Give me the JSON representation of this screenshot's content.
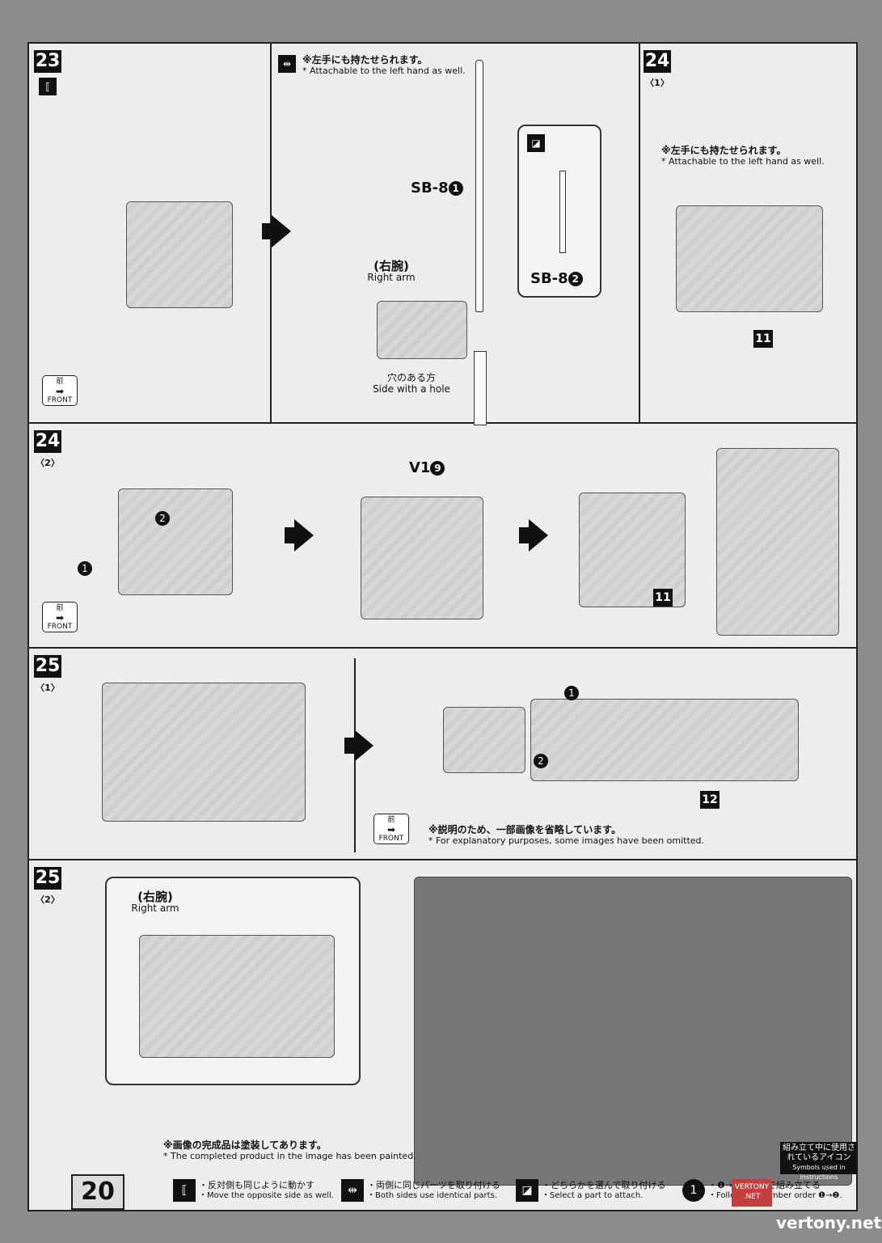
{
  "steps": {
    "s23": {
      "number": "23",
      "note_jp": "※左手にも持たせられます。",
      "note_en": "* Attachable to the left hand as well.",
      "part_main": "SB-8",
      "part_main_idx": "1",
      "part_alt": "SB-8",
      "part_alt_idx": "2",
      "right_arm_jp": "(右腕)",
      "right_arm_en": "Right arm",
      "hole_jp": "穴のある方",
      "hole_en": "Side with a hole",
      "front_jp": "前",
      "front_en": "FRONT"
    },
    "s24_1": {
      "number": "24",
      "sub": "〈1〉",
      "note_jp": "※左手にも持たせられます。",
      "note_en": "* Attachable to the left hand as well.",
      "part_number": "11"
    },
    "s24_2": {
      "number": "24",
      "sub": "〈2〉",
      "part": "V1",
      "part_idx": "9",
      "num1": "1",
      "num2": "2",
      "part_number": "11",
      "front_jp": "前",
      "front_en": "FRONT"
    },
    "s25_1": {
      "number": "25",
      "sub": "〈1〉",
      "num1": "1",
      "num2": "2",
      "part_number": "12",
      "note_jp": "※説明のため、一部画像を省略しています。",
      "note_en": "* For explanatory purposes, some images have been omitted.",
      "front_jp": "前",
      "front_en": "FRONT"
    },
    "s25_2": {
      "number": "25",
      "sub": "〈2〉",
      "right_arm_jp": "(右腕)",
      "right_arm_en": "Right arm",
      "note_jp": "※画像の完成品は塗装してあります。",
      "note_en": "* The completed product in the image has been painted."
    }
  },
  "footer": {
    "page_number": "20",
    "legend": [
      {
        "icon": "opposite-side-icon",
        "jp": "・反対側も同じように動かす",
        "en": "・Move the opposite side as well."
      },
      {
        "icon": "both-sides-icon",
        "jp": "・両側に同じパーツを取り付ける",
        "en": "・Both sides use identical parts."
      },
      {
        "icon": "select-part-icon",
        "jp": "・どちらかを選んで取り付ける",
        "en": "・Select a part to attach."
      },
      {
        "icon": "order-icon",
        "jp": "・❶→❷の順番で組み立てる",
        "en": "・Follow the number order ❶→❷."
      }
    ],
    "symbols_jp": "組み立て中に使用されているアイコン",
    "symbols_en": "Symbols used in instructions",
    "watermark": "vertony.net",
    "badge": "VERTONY .NET"
  }
}
